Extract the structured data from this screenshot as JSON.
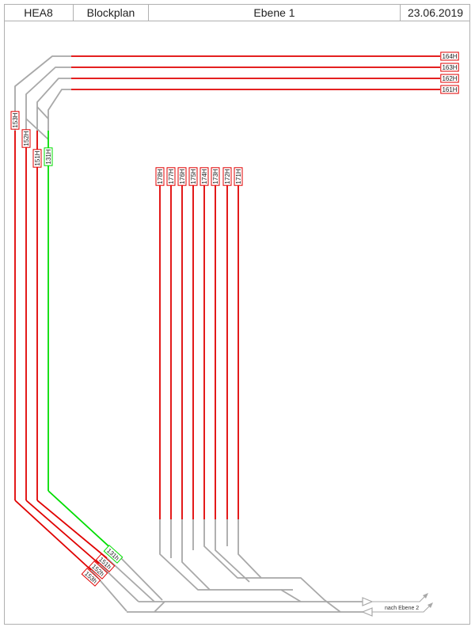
{
  "header": {
    "project": "HEA8",
    "kind": "Blockplan",
    "level": "Ebene 1",
    "date": "23.06.2019"
  },
  "colors": {
    "occupied": "#e00000",
    "free": "#00dd00",
    "track": "#a8a8a8"
  },
  "blocks": {
    "top": [
      {
        "label": "164H",
        "state": "occupied"
      },
      {
        "label": "163H",
        "state": "occupied"
      },
      {
        "label": "162H",
        "state": "occupied"
      },
      {
        "label": "161H",
        "state": "occupied"
      }
    ],
    "left": [
      {
        "label": "153H",
        "state": "occupied"
      },
      {
        "label": "152H",
        "state": "occupied"
      },
      {
        "label": "151H",
        "state": "occupied"
      },
      {
        "label": "131H",
        "state": "free"
      }
    ],
    "yard": [
      {
        "label": "178H",
        "state": "occupied"
      },
      {
        "label": "177H",
        "state": "occupied"
      },
      {
        "label": "176H",
        "state": "occupied"
      },
      {
        "label": "175H",
        "state": "occupied"
      },
      {
        "label": "174H",
        "state": "occupied"
      },
      {
        "label": "173H",
        "state": "occupied"
      },
      {
        "label": "172H",
        "state": "occupied"
      },
      {
        "label": "171H",
        "state": "occupied"
      }
    ],
    "bottom": [
      {
        "label": "131h",
        "state": "free"
      },
      {
        "label": "151h",
        "state": "occupied"
      },
      {
        "label": "152h",
        "state": "occupied"
      },
      {
        "label": "153h",
        "state": "occupied"
      }
    ]
  },
  "exit_label": "nach Ebene 2"
}
